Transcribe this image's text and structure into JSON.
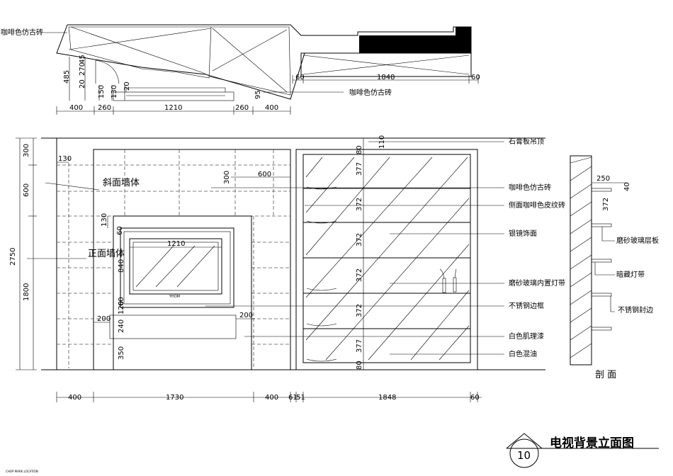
{
  "title": "电视背景立面图",
  "sheet_number": "10",
  "stamp_text": "CHOP MARK LOCATION",
  "tv_brand": "YHOM",
  "plan": {
    "label_top_left": "咖啡色仿古砖",
    "label_bottom": "咖啡色仿古砖",
    "dims_bottom": [
      "400",
      "260",
      "1210",
      "260",
      "400"
    ],
    "dims_left": [
      "485",
      "20",
      "270",
      "45",
      "150",
      "130",
      "20"
    ],
    "dim_95": "95",
    "dims_right": [
      "60",
      "1848",
      "60"
    ]
  },
  "elevation": {
    "label_slant_wall": "斜面墙体",
    "label_front_wall": "正面墙体",
    "dims_left_outer": [
      "2750"
    ],
    "dims_left_inner": [
      "300",
      "600",
      "1800"
    ],
    "dim_130_top": "130",
    "dim_300": "300",
    "dim_600": "600",
    "dim_130_tv": "130",
    "dim_60": "60",
    "dim_1210": "1210",
    "dim_840": "840",
    "dims_tv_lower": [
      "120",
      "60"
    ],
    "dim_200_a": "200",
    "dim_200_b": "200",
    "dim_240": "240",
    "dim_350": "350",
    "dim_110": "110",
    "dims_shelf": [
      "80",
      "377",
      "372",
      "372",
      "372",
      "372",
      "377",
      "80"
    ],
    "dims_bottom": [
      "400",
      "1730",
      "400",
      "61",
      "51",
      "1848",
      "60"
    ]
  },
  "callouts": [
    "石膏板吊顶",
    "咖啡色仿古砖",
    "侧面咖啡色皮纹砖",
    "银镜饰面",
    "磨砂玻璃内置灯带",
    "不锈钢边框",
    "白色肌理漆",
    "白色混油"
  ],
  "section": {
    "dims": [
      "250",
      "40",
      "372"
    ],
    "labels": [
      "磨砂玻璃层板",
      "暗藏灯带",
      "不锈钢封边"
    ],
    "title": "剖  面"
  }
}
